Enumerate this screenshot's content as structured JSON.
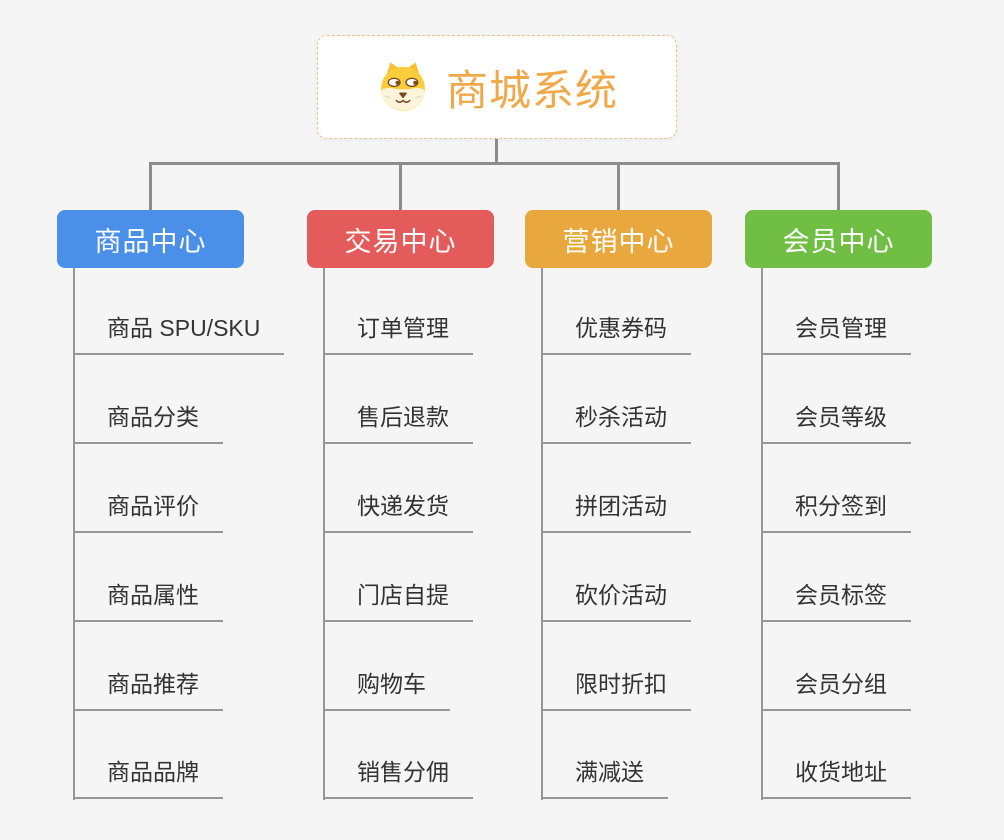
{
  "root": {
    "title": "商城系统",
    "icon": "dog-face-icon"
  },
  "branches": [
    {
      "id": "product-center",
      "label": "商品中心",
      "color": "#4A90E8",
      "children": [
        "商品 SPU/SKU",
        "商品分类",
        "商品评价",
        "商品属性",
        "商品推荐",
        "商品品牌"
      ]
    },
    {
      "id": "trade-center",
      "label": "交易中心",
      "color": "#E45B5B",
      "children": [
        "订单管理",
        "售后退款",
        "快递发货",
        "门店自提",
        "购物车",
        "销售分佣"
      ]
    },
    {
      "id": "marketing-center",
      "label": "营销中心",
      "color": "#E9A83E",
      "children": [
        "优惠券码",
        "秒杀活动",
        "拼团活动",
        "砍价活动",
        "限时折扣",
        "满减送"
      ]
    },
    {
      "id": "member-center",
      "label": "会员中心",
      "color": "#70BE44",
      "children": [
        "会员管理",
        "会员等级",
        "积分签到",
        "会员标签",
        "会员分组",
        "收货地址"
      ]
    }
  ],
  "colors": {
    "background": "#F5F5F6",
    "connector": "#8C8C8C",
    "leaf_underline": "#979797",
    "leaf_text": "#333333",
    "root_text": "#F0A848",
    "root_border": "#F2C37E",
    "icon_yellow": "#FACC3E",
    "icon_cream": "#FDF4DC",
    "icon_brown": "#7A4A21"
  }
}
